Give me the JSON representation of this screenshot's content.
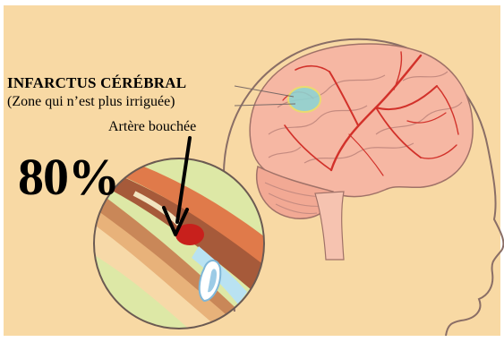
{
  "colors": {
    "background": "#f8d9a4",
    "brain": "#f6b7a3",
    "vessels": "#d2312a",
    "outline": "#8a6e66",
    "lens_background": "#dde8a6",
    "infarct_zone": "#8fd3d2"
  },
  "labels": {
    "title": "INFARCTUS CÉRÉBRAL",
    "subtitle": "(Zone qui n’est plus irriguée)",
    "artery": "Artère bouchée",
    "percent": "80%"
  }
}
